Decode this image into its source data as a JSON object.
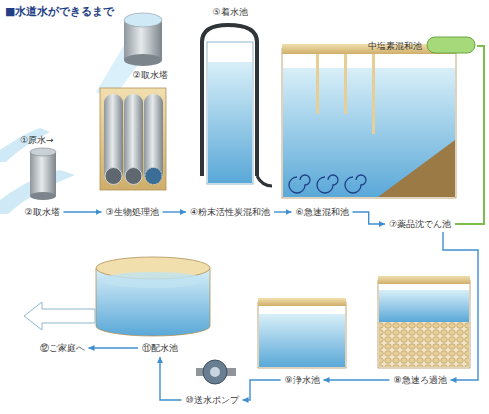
{
  "diagram": {
    "title": "■水道水ができるまで",
    "nodes": [
      {
        "text": [
          "②取水塔"
        ]
      },
      {
        "text": [
          "②取水塔"
        ]
      },
      {
        "text": [
          "③生物処理池"
        ]
      },
      {
        "text": [
          "④粉末活性炭混和池"
        ]
      },
      {
        "text": [
          "⑤着水池"
        ]
      },
      {
        "text": [
          "中塩素混和池"
        ]
      },
      {
        "text": [
          "⑥急速混和池"
        ]
      },
      {
        "text": [
          "⑦薬品沈でん池"
        ]
      },
      {
        "text": [
          "⑧急速ろ過池"
        ]
      },
      {
        "text": [
          "⑨浄水池"
        ]
      },
      {
        "text": [
          "⑩送水ポンプ"
        ]
      },
      {
        "text": [
          "⑪配水池"
        ]
      },
      {
        "text": [
          "⑫ご家庭へ"
        ]
      }
    ],
    "edges": [
      {
        "from": 1,
        "to": 2,
        "arrow": "to"
      },
      {
        "from": 2,
        "to": 3,
        "arrow": "to"
      },
      {
        "from": 3,
        "to": 6,
        "arrow": "to"
      },
      {
        "from": 6,
        "to": 7,
        "arrow": "to"
      },
      {
        "from": 7,
        "to": 8,
        "arrow": "to"
      },
      {
        "from": 8,
        "to": 9,
        "arrow": "to"
      },
      {
        "from": 9,
        "to": 10,
        "arrow": "to"
      },
      {
        "from": 10,
        "to": 11,
        "arrow": "to"
      },
      {
        "from": 11,
        "to": 12,
        "arrow": "to"
      },
      {
        "from": 5,
        "to": 7,
        "arrow": "none"
      }
    ],
    "labels": [
      "①原水→"
    ]
  }
}
